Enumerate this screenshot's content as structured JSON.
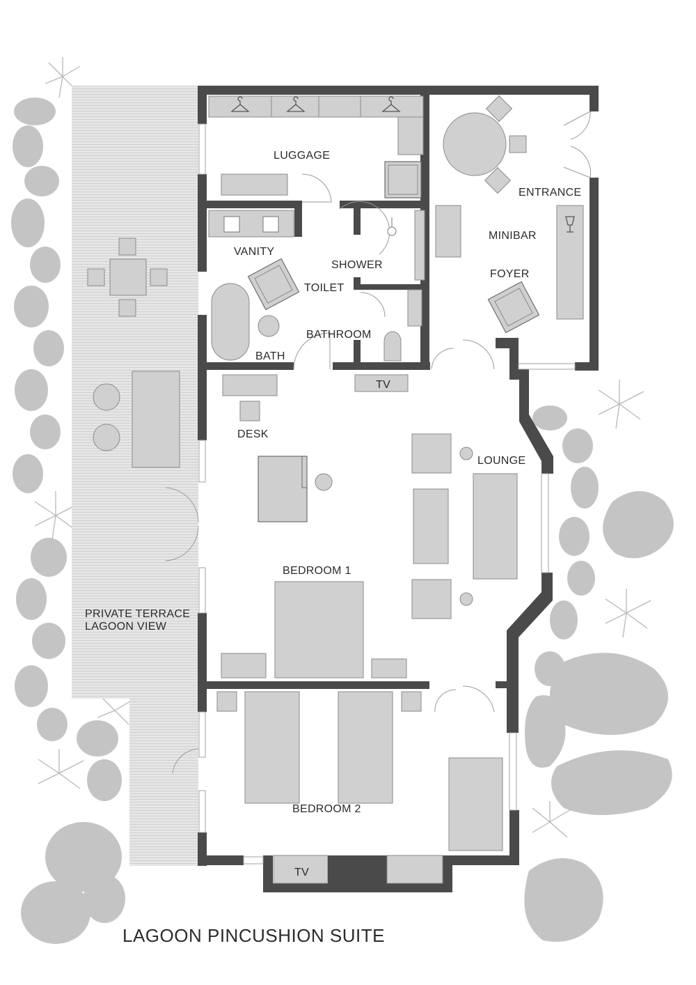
{
  "plan": {
    "title": "LAGOON PINCUSHION SUITE",
    "rooms": {
      "luggage": "LUGGAGE",
      "vanity": "VANITY",
      "shower": "SHOWER",
      "toilet": "TOILET",
      "bathroom": "BATHROOM",
      "bath": "BATH",
      "entrance": "ENTRANCE",
      "minibar": "MINIBAR",
      "foyer": "FOYER",
      "desk": "DESK",
      "lounge": "LOUNGE",
      "bedroom1": "BEDROOM 1",
      "bedroom2": "BEDROOM 2",
      "terrace_line1": "PRIVATE TERRACE",
      "terrace_line2": "LAGOON VIEW"
    },
    "tv_labels": {
      "bathroom_tv": "TV",
      "bedroom2_tv": "TV"
    },
    "colors": {
      "wall": "#4a4a4a",
      "furniture": "#d0d0d0",
      "foliage": "#c4c4c4",
      "terrace_deck": "#e3e3e3"
    },
    "icons": [
      "hanger-icon",
      "wine-glass-icon"
    ]
  }
}
